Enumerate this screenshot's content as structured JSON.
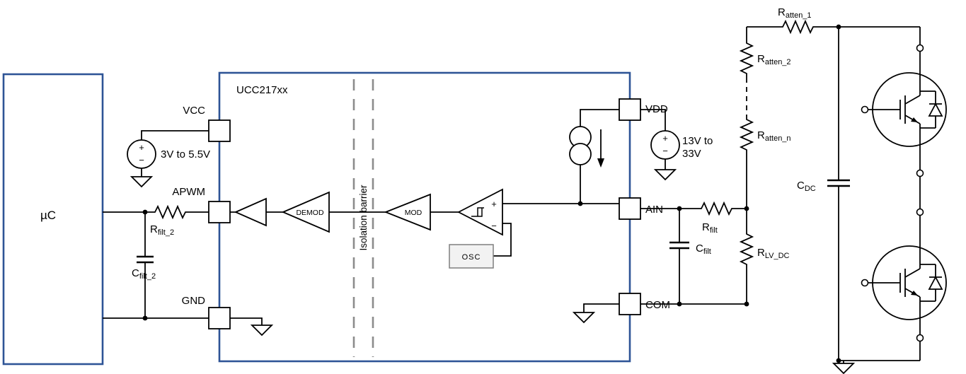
{
  "diagram": {
    "chip_name": "UCC217xx",
    "mcu_label": "µC",
    "isolation_label": "Isolation barrier",
    "pins": {
      "vcc": "VCC",
      "apwm": "APWM",
      "gnd": "GND",
      "vdd": "VDD",
      "ain": "AIN",
      "com": "COM"
    },
    "blocks": {
      "demod": "DEMOD",
      "mod": "MOD",
      "osc": "OSC"
    },
    "sources": {
      "vcc_supply": "3V to 5.5V",
      "vdd_supply_line1": "13V to",
      "vdd_supply_line2": "33V",
      "plus": "+",
      "minus": "−"
    },
    "comparator": {
      "plus": "+",
      "minus": "−"
    },
    "components": {
      "r_filt_2": {
        "base": "R",
        "sub": "filt_2"
      },
      "c_filt_2": {
        "base": "C",
        "sub": "filt_2"
      },
      "r_filt": {
        "base": "R",
        "sub": "filt"
      },
      "c_filt": {
        "base": "C",
        "sub": "filt"
      },
      "r_atten_1": {
        "base": "R",
        "sub": "atten_1"
      },
      "r_atten_2": {
        "base": "R",
        "sub": "atten_2"
      },
      "r_atten_n": {
        "base": "R",
        "sub": "atten_n"
      },
      "r_lv_dc": {
        "base": "R",
        "sub": "LV_DC"
      },
      "c_dc": {
        "base": "C",
        "sub": "DC"
      }
    },
    "colors": {
      "box_border": "#2e5496",
      "wire": "#000000",
      "barrier_dash": "#8c8c8c",
      "osc_fill": "#f2f2f2",
      "background": "#ffffff"
    }
  }
}
